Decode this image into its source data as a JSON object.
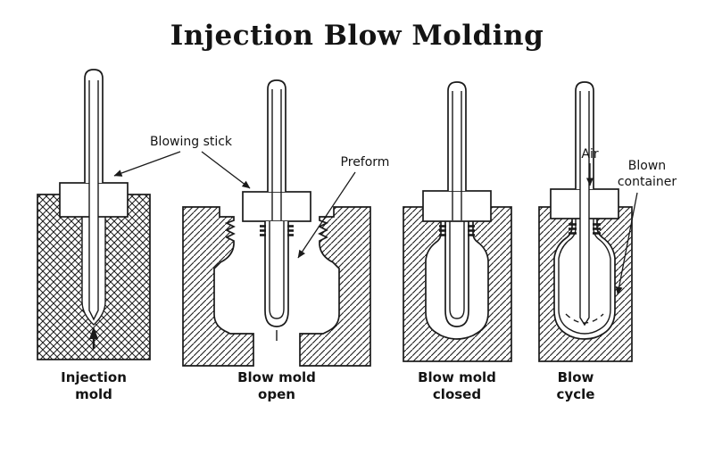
{
  "title": "Injection Blow Molding",
  "annotations": {
    "blowing_stick": "Blowing stick",
    "preform": "Preform",
    "air": "Air",
    "blown_container": [
      "Blown",
      "container"
    ]
  },
  "stages": [
    {
      "caption": [
        "Injection",
        "mold"
      ]
    },
    {
      "caption": [
        "Blow mold",
        "open"
      ]
    },
    {
      "caption": [
        "Blow mold",
        "closed"
      ]
    },
    {
      "caption": [
        "Blow",
        "cycle"
      ]
    }
  ],
  "colors": {
    "ink": "#1a1a1a",
    "background": "#ffffff"
  }
}
